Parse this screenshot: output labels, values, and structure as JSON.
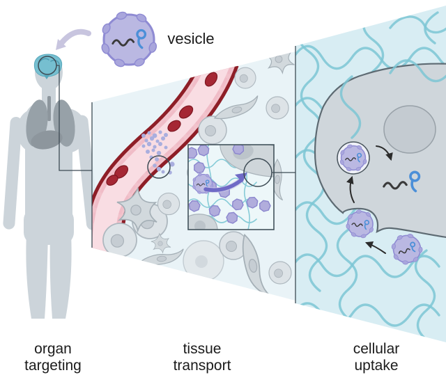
{
  "legend": {
    "vesicle_label": "vesicle"
  },
  "stages": [
    {
      "name": "organ targeting",
      "line1": "organ",
      "line2": "targeting"
    },
    {
      "name": "tissue transport",
      "line1": "tissue",
      "line2": "transport"
    },
    {
      "name": "cellular uptake",
      "line1": "cellular",
      "line2": "uptake"
    }
  ],
  "icons": {
    "vesicle-icon": "purple circle with membrane bumps containing RNA cargo",
    "rna-cargo-icon": "black squiggle with blue hairpin loop",
    "targeting-arrow-icon": "curved lavender arrow pointing to brain",
    "zoom-circle-icon": "thin dark circle outline",
    "uptake-arrow-icon": "curved black arrow",
    "transport-arrow-icon": "thick purple curved arrow",
    "matrix-fiber-icon": "teal wavy extracellular-matrix line",
    "red-blood-cell-icon": "dark red ellipse",
    "human-body-icon": "gray body silhouette with brain, lungs and liver"
  },
  "colors": {
    "background": "#ffffff",
    "panel_tissue": "#e3f0f5",
    "panel_cell": "#d8edf3",
    "inset_bg": "#edf7f9",
    "ecm_fiber": "#7cc6d4",
    "vesicle_fill": "#bab8e2",
    "vesicle_stroke": "#8f8bd3",
    "rna_black": "#3a3a3a",
    "rna_blue": "#4b8fd8",
    "vessel_wall_dark": "#8e1e27",
    "vessel_wall_pink": "#f2c3cc",
    "vessel_lumen": "#f9dde3",
    "red_blood_cell": "#a52734",
    "body_gray": "#ccd4da",
    "organ_gray": "#97a1a8",
    "brain_teal": "#76bfd0",
    "tissue_cell_gray": "#dde3e7",
    "target_cell_gray": "#cfd6db",
    "label_text": "#1b1b1b",
    "connector": "#3d4b54"
  }
}
